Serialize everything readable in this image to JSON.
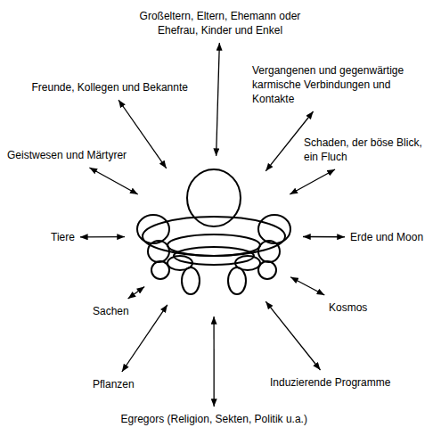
{
  "diagram": {
    "nodes": [
      {
        "text": [
          "Großeltern, Eltern, Ehemann oder Ehefrau, Kinder und Enkel"
        ]
      },
      {
        "text": [
          "Freunde, Kollegen und Bekannte"
        ]
      },
      {
        "text": [
          "Vergangenen und gegenwärtige karmische Verbindungen und Kontakte"
        ]
      },
      {
        "text": [
          "Geistwesen und Märtyrer"
        ]
      },
      {
        "text": [
          "Schaden, der böse Blick, ein Fluch"
        ]
      },
      {
        "text": []
      },
      {
        "text": [
          "Tiere"
        ]
      },
      {
        "text": [
          "Erde und Moon"
        ]
      },
      {
        "text": [
          "Sachen"
        ]
      },
      {
        "text": [
          "Kosmos"
        ]
      },
      {
        "text": [
          "Pflanzen"
        ]
      },
      {
        "text": [
          "Induzierende Programme"
        ]
      },
      {
        "text": [
          "Egregors (Religion, Sekten, Politik u.a.)"
        ]
      }
    ],
    "edges": [
      {
        "from": 0,
        "to": 5,
        "arrow": "both"
      },
      {
        "from": 1,
        "to": 5,
        "arrow": "both"
      },
      {
        "from": 2,
        "to": 5,
        "arrow": "both"
      },
      {
        "from": 3,
        "to": 5,
        "arrow": "both"
      },
      {
        "from": 4,
        "to": 5,
        "arrow": "both"
      },
      {
        "from": 6,
        "to": 5,
        "arrow": "both"
      },
      {
        "from": 7,
        "to": 5,
        "arrow": "both"
      },
      {
        "from": 8,
        "to": 5,
        "arrow": "both"
      },
      {
        "from": 9,
        "to": 5,
        "arrow": "both"
      },
      {
        "from": 10,
        "to": 5,
        "arrow": "both"
      },
      {
        "from": 11,
        "to": 5,
        "arrow": "both"
      },
      {
        "from": 12,
        "to": 5,
        "arrow": "both"
      }
    ]
  }
}
